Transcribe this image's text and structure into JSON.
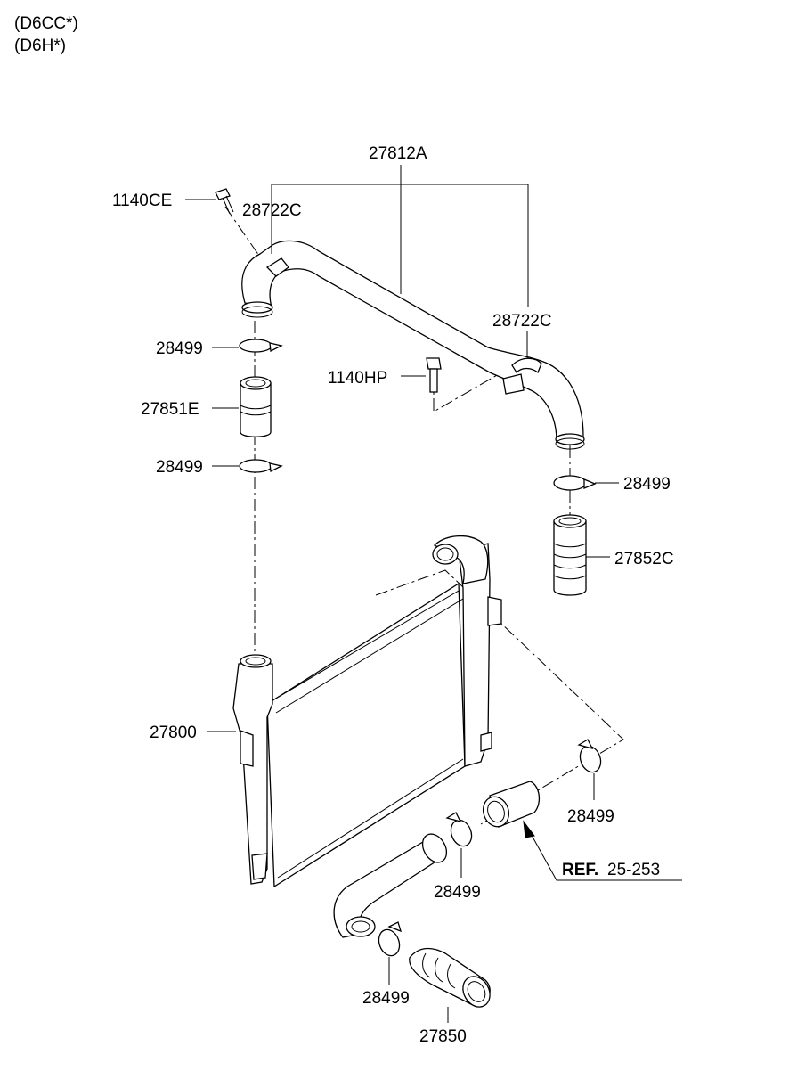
{
  "header": {
    "engine_codes": [
      "(D6CC*)",
      "(D6H*)"
    ]
  },
  "callouts": {
    "pipe_assy": "27812A",
    "bolt_1": "1140CE",
    "bracket_1": "28722C",
    "bracket_2": "28722C",
    "bolt_2": "1140HP",
    "clamp_1": "28499",
    "hose_1": "27851E",
    "clamp_2": "28499",
    "clamp_3": "28499",
    "hose_2": "27852C",
    "intercooler": "27800",
    "clamp_4": "28499",
    "clamp_5": "28499",
    "clamp_6": "28499",
    "hose_3": "27850",
    "reference_prefix": "REF.",
    "reference_code": "25-253"
  }
}
